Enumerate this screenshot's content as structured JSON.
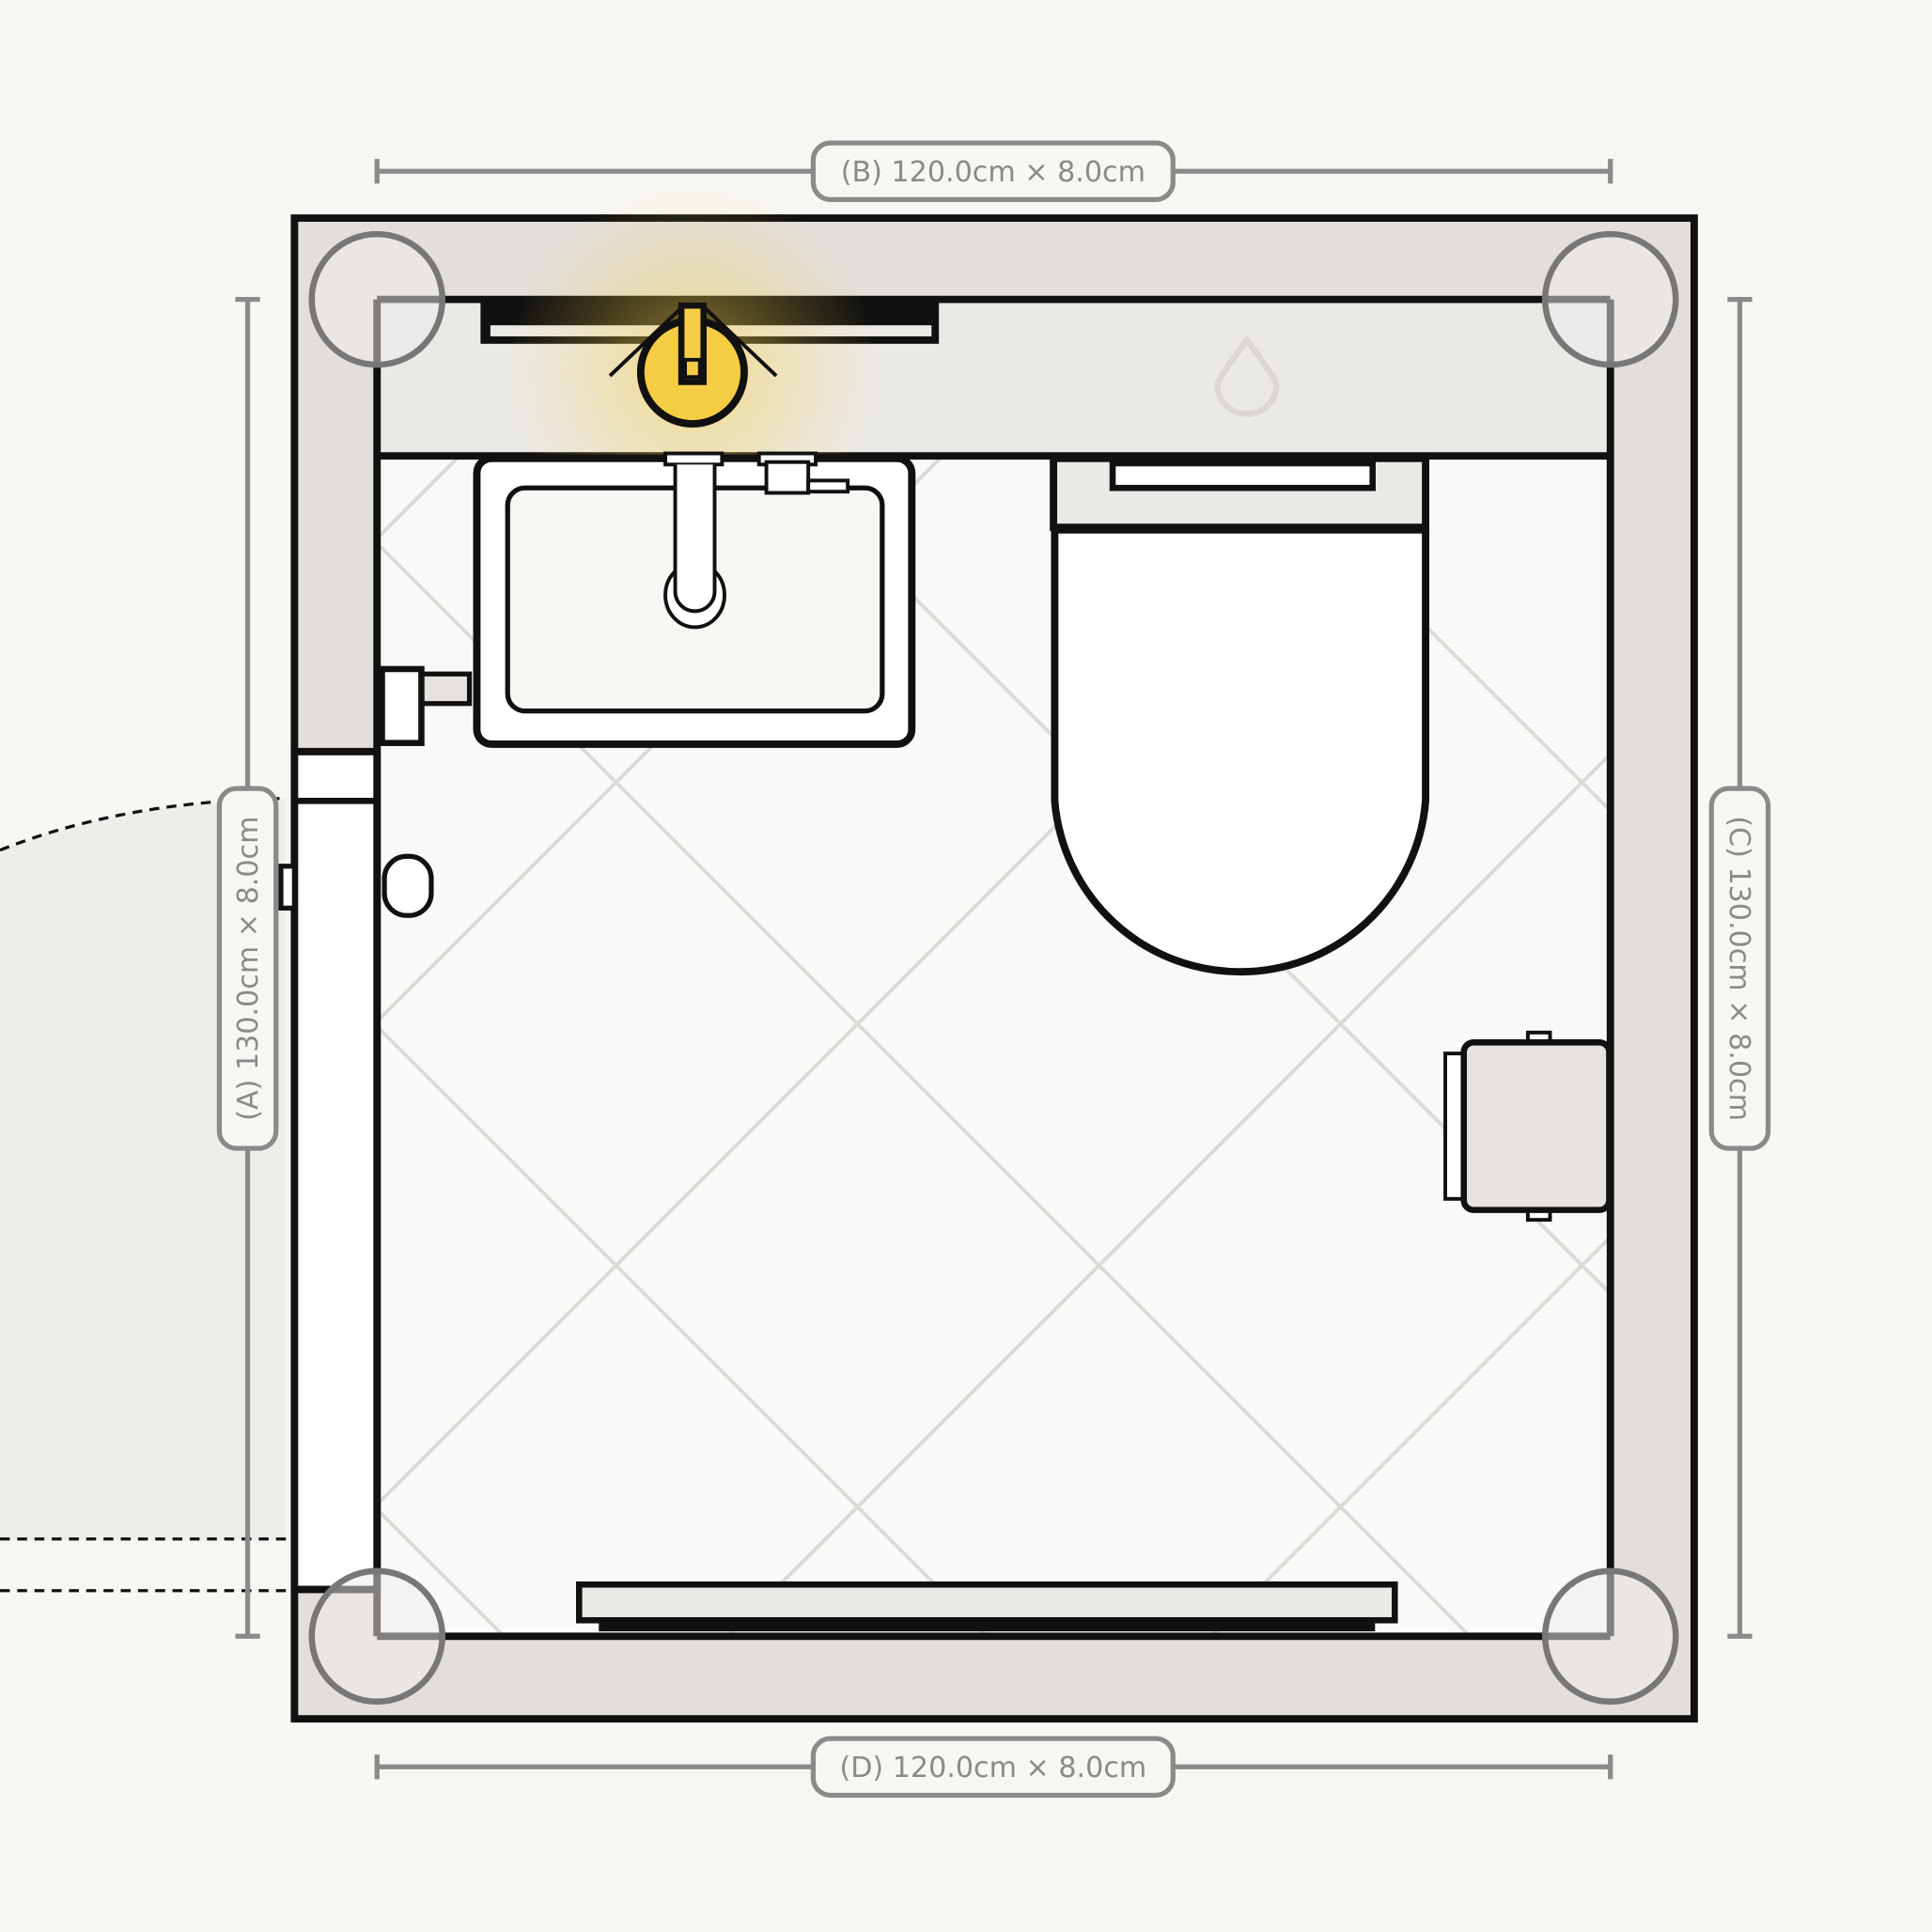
{
  "plan": {
    "colors": {
      "background": "#f8f6f3",
      "wall": "#e2dfda",
      "floor": "#f9f9f8",
      "outline": "#111111",
      "dimension": "#8c8a88",
      "light": "#f5cd45"
    },
    "dimensions": {
      "top": "(B) 120.0cm × 8.0cm",
      "left": "(A) 130.0cm × 8.0cm",
      "right": "(C) 130.0cm × 8.0cm",
      "bottom": "(D) 120.0cm × 8.0cm"
    },
    "fixtures": [
      "shelf",
      "ceiling-light",
      "sink",
      "toilet",
      "toilet-paper-holder",
      "bottom-shelf",
      "door",
      "water-drop"
    ]
  }
}
